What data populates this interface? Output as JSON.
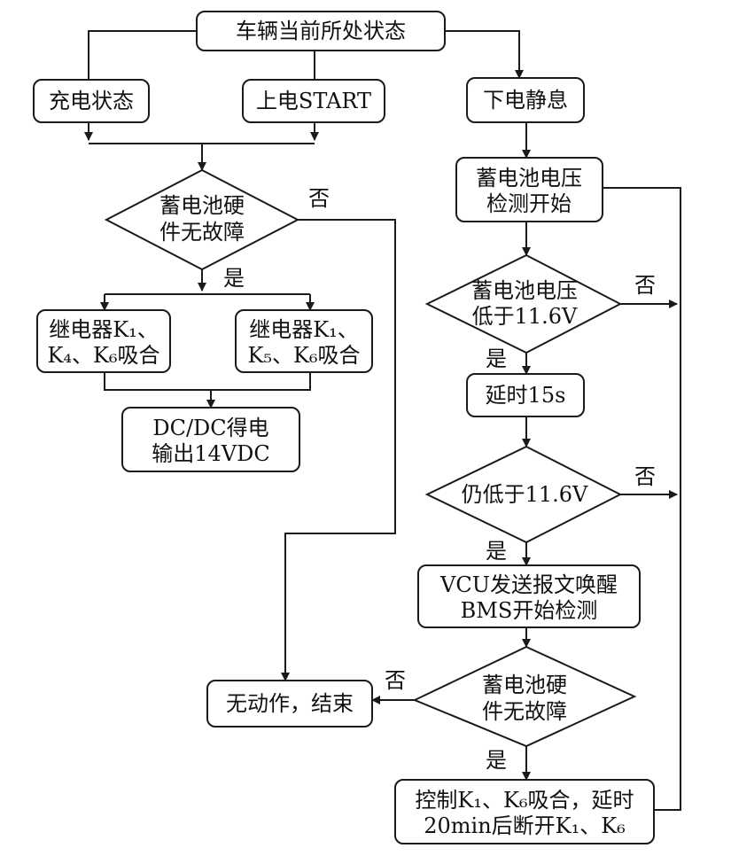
{
  "nodes": {
    "start": "车辆当前所处状态",
    "charging": "充电状态",
    "power_on": "上电START",
    "power_off": "下电静息",
    "hw_check_left": [
      "蓄电池硬",
      "件无故障"
    ],
    "relay_k1k4k6": [
      "继电器K₁、",
      "K₄、K₆吸合"
    ],
    "relay_k1k5k6": [
      "继电器K₁、",
      "K₅、K₆吸合"
    ],
    "dcdc_output": [
      "DC/DC得电",
      "输出14VDC"
    ],
    "voltage_start": [
      "蓄电池电压",
      "检测开始"
    ],
    "voltage_low": [
      "蓄电池电压",
      "低于11.6V"
    ],
    "delay": "延时15s",
    "still_low": "仍低于11.6V",
    "vcu_wake": [
      "VCU发送报文唤醒",
      "BMS开始检测"
    ],
    "no_action": "无动作，结束",
    "hw_check_right": [
      "蓄电池硬",
      "件无故障"
    ],
    "control": [
      "控制K₁、K₆吸合，延时",
      "20min后断开K₁、K₆"
    ]
  },
  "labels": {
    "yes": "是",
    "no": "否"
  }
}
